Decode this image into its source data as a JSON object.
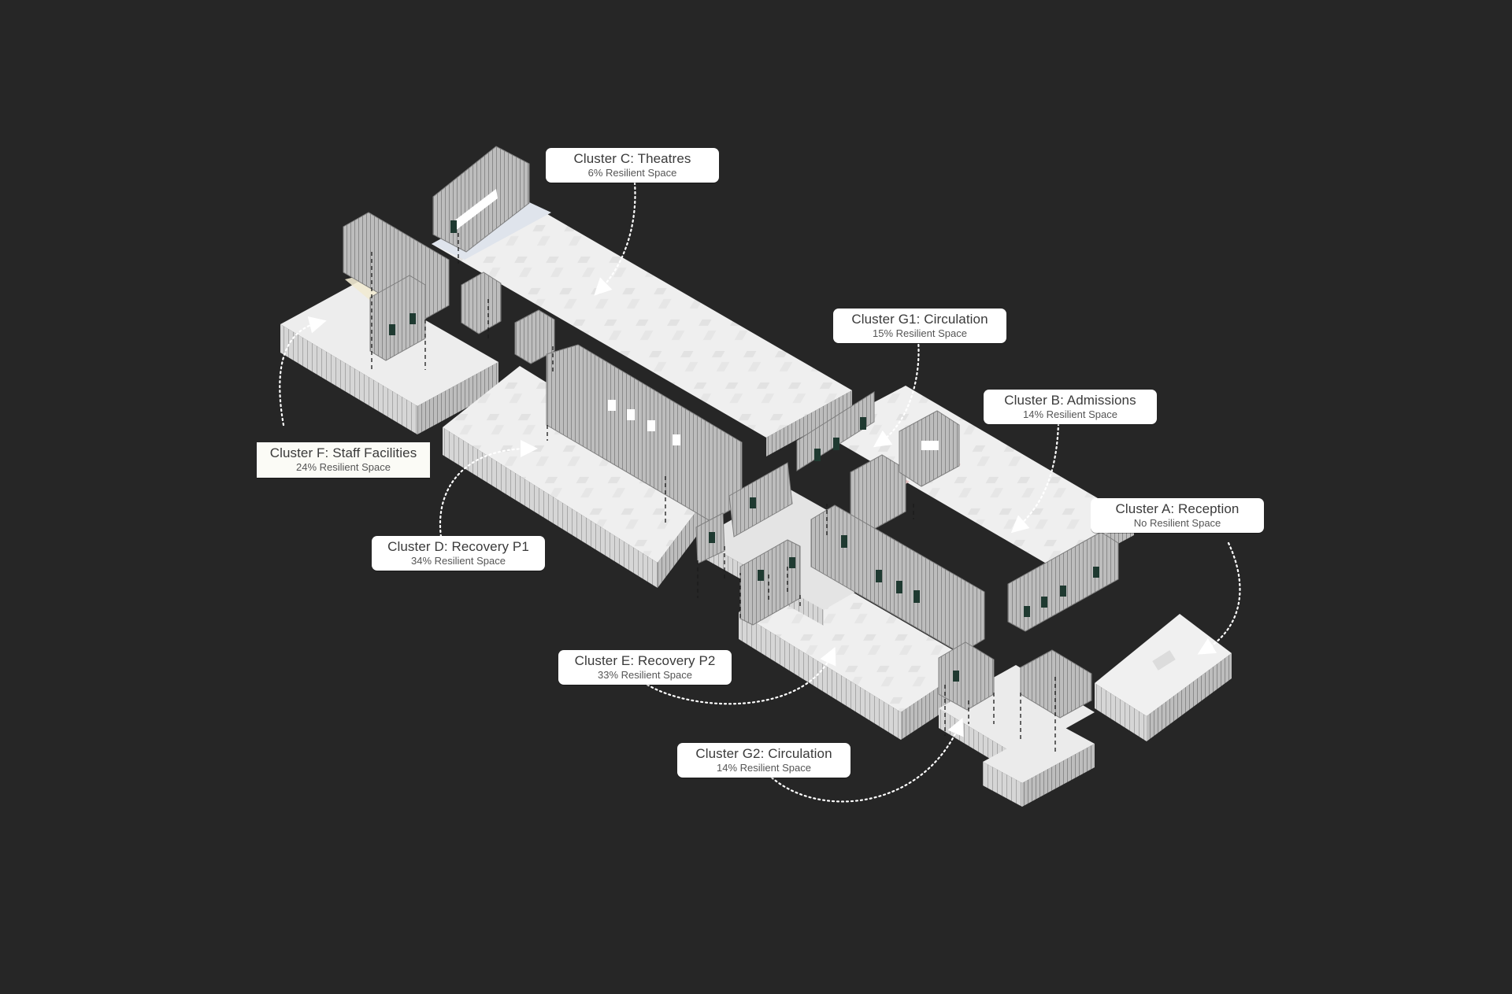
{
  "colors": {
    "background": "#262626",
    "slab_top": "#eeeeee",
    "slab_side": "#cfcfcf",
    "module_frame": "#9c9c9c",
    "window": "#1f3a31",
    "accent_pink": "#e8c3c3",
    "accent_cream": "#f1ead2",
    "accent_blue": "#d8dde8",
    "connector": "#ffffff"
  },
  "clusters": [
    {
      "key": "c",
      "title": "Cluster C: Theatres",
      "subtitle": "6% Resilient Space"
    },
    {
      "key": "g1",
      "title": "Cluster G1: Circulation",
      "subtitle": "15% Resilient Space"
    },
    {
      "key": "b",
      "title": "Cluster B: Admissions",
      "subtitle": "14% Resilient Space"
    },
    {
      "key": "f",
      "title": "Cluster F: Staff Facilities",
      "subtitle": "24% Resilient Space"
    },
    {
      "key": "a",
      "title": "Cluster A: Reception",
      "subtitle": "No Resilient Space"
    },
    {
      "key": "d",
      "title": "Cluster D: Recovery P1",
      "subtitle": "34% Resilient Space"
    },
    {
      "key": "e",
      "title": "Cluster E: Recovery P2",
      "subtitle": "33% Resilient Space"
    },
    {
      "key": "g2",
      "title": "Cluster G2: Circulation",
      "subtitle": "14% Resilient Space"
    }
  ]
}
